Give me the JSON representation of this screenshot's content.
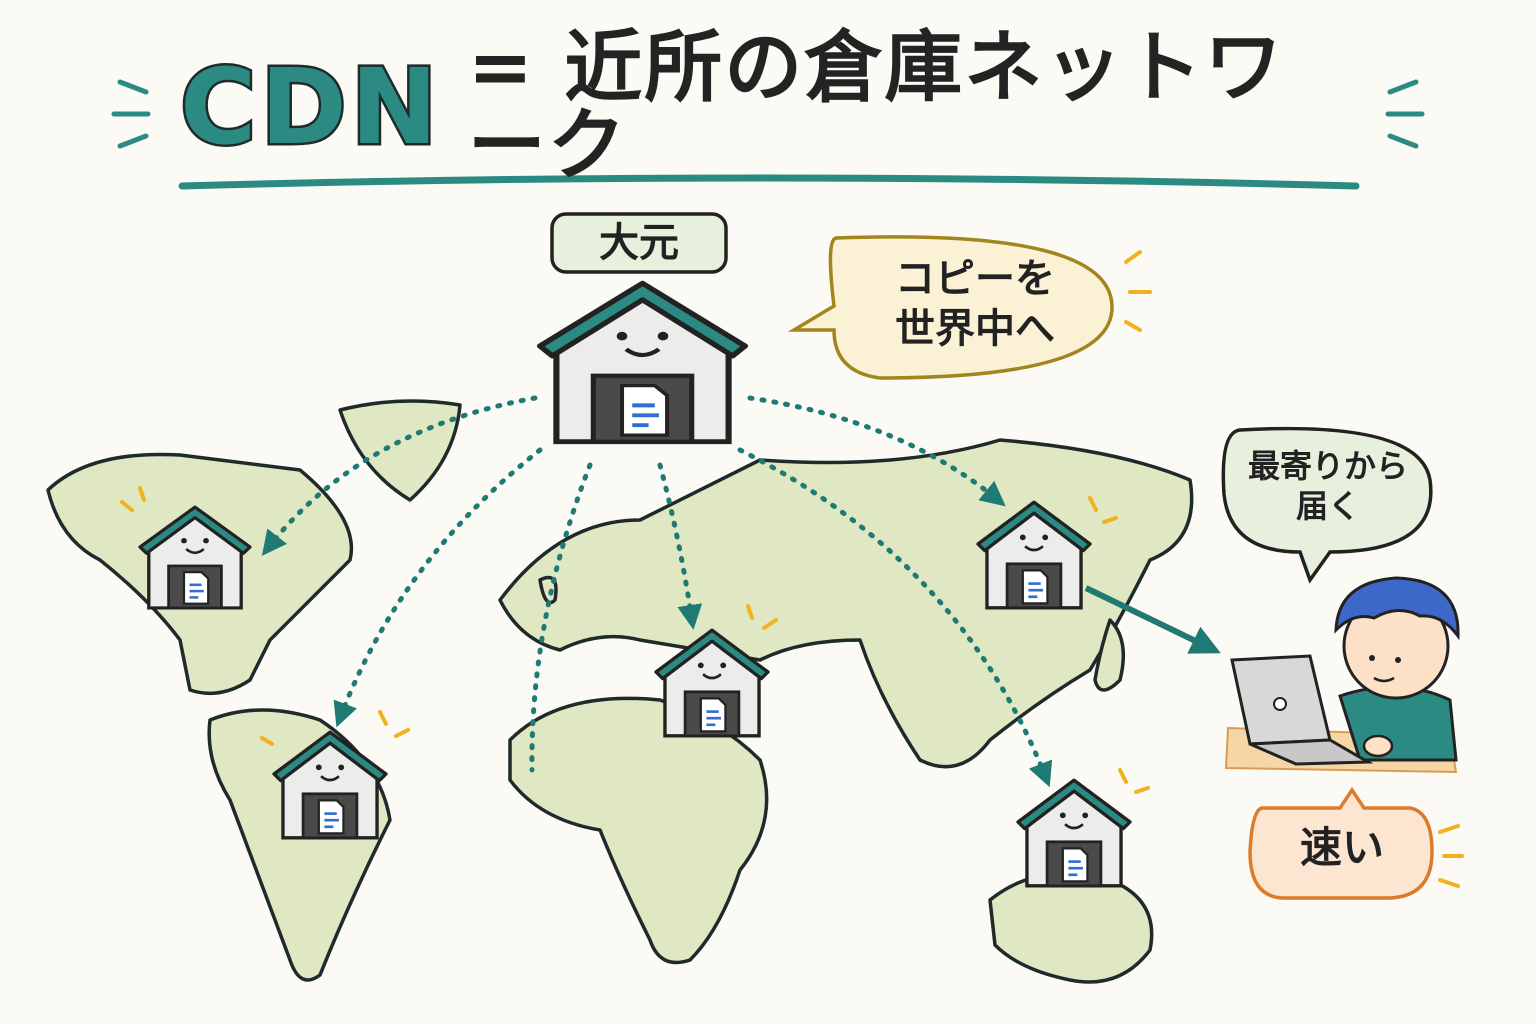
{
  "title": {
    "main": "CDN",
    "rest": "= 近所の倉庫ネットワーク"
  },
  "origin": {
    "label": "大元",
    "icon": "warehouse-icon"
  },
  "bubbles": {
    "copy": "コピーを\n世界中へ",
    "nearest": "最寄りから\n届く",
    "fast": "速い"
  },
  "warehouses": [
    {
      "id": "origin",
      "icon": "warehouse-icon"
    },
    {
      "id": "north-america",
      "icon": "warehouse-icon"
    },
    {
      "id": "south-america",
      "icon": "warehouse-icon"
    },
    {
      "id": "europe",
      "icon": "warehouse-icon"
    },
    {
      "id": "asia",
      "icon": "warehouse-icon"
    },
    {
      "id": "oceania",
      "icon": "warehouse-icon"
    }
  ],
  "user": {
    "icon": "person-with-laptop-icon"
  },
  "colors": {
    "teal": "#2b8a82",
    "land": "#dfe8c3",
    "ink": "#1f2a2a",
    "copy_bubble": "#fbf2d6",
    "nearest_bubble": "#e6f0dc",
    "fast_bubble": "#fce6d2",
    "accent_yellow": "#f2b21f"
  }
}
